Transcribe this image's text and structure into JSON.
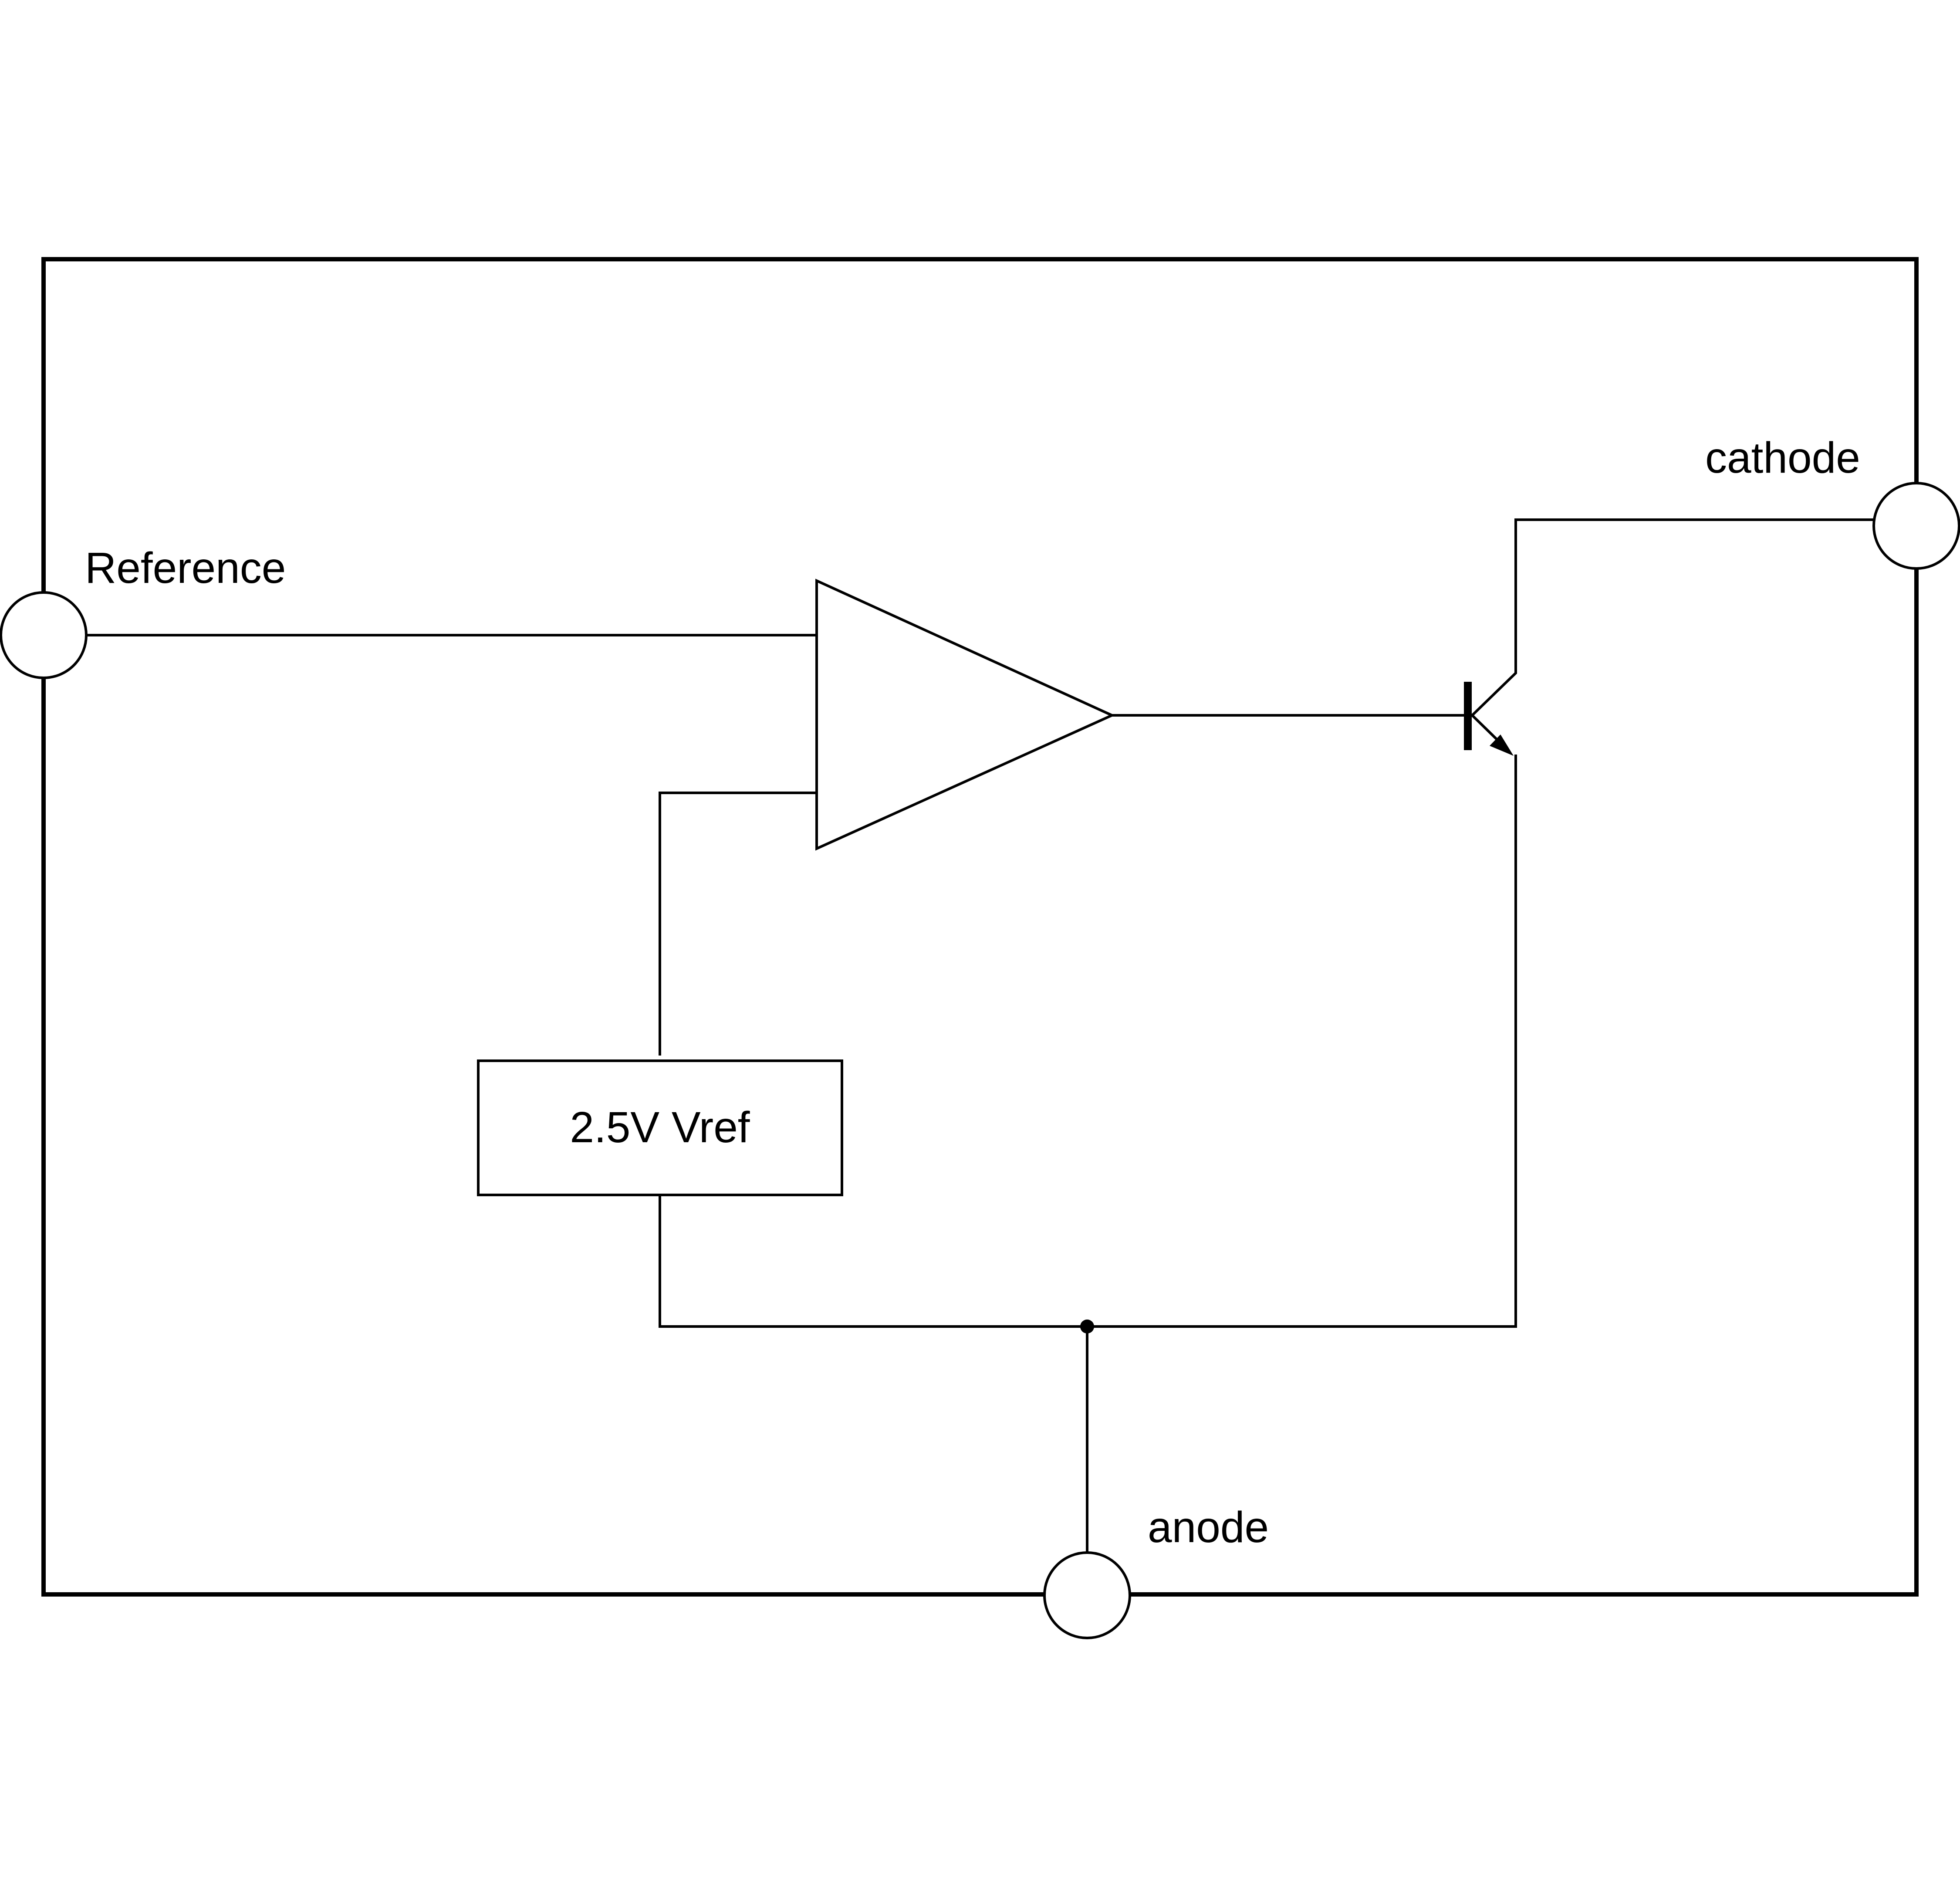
{
  "labels": {
    "reference": "Reference",
    "cathode": "cathode",
    "anode": "anode",
    "vref": "2.5V Vref"
  },
  "colors": {
    "stroke": "#000000",
    "background": "#ffffff"
  }
}
